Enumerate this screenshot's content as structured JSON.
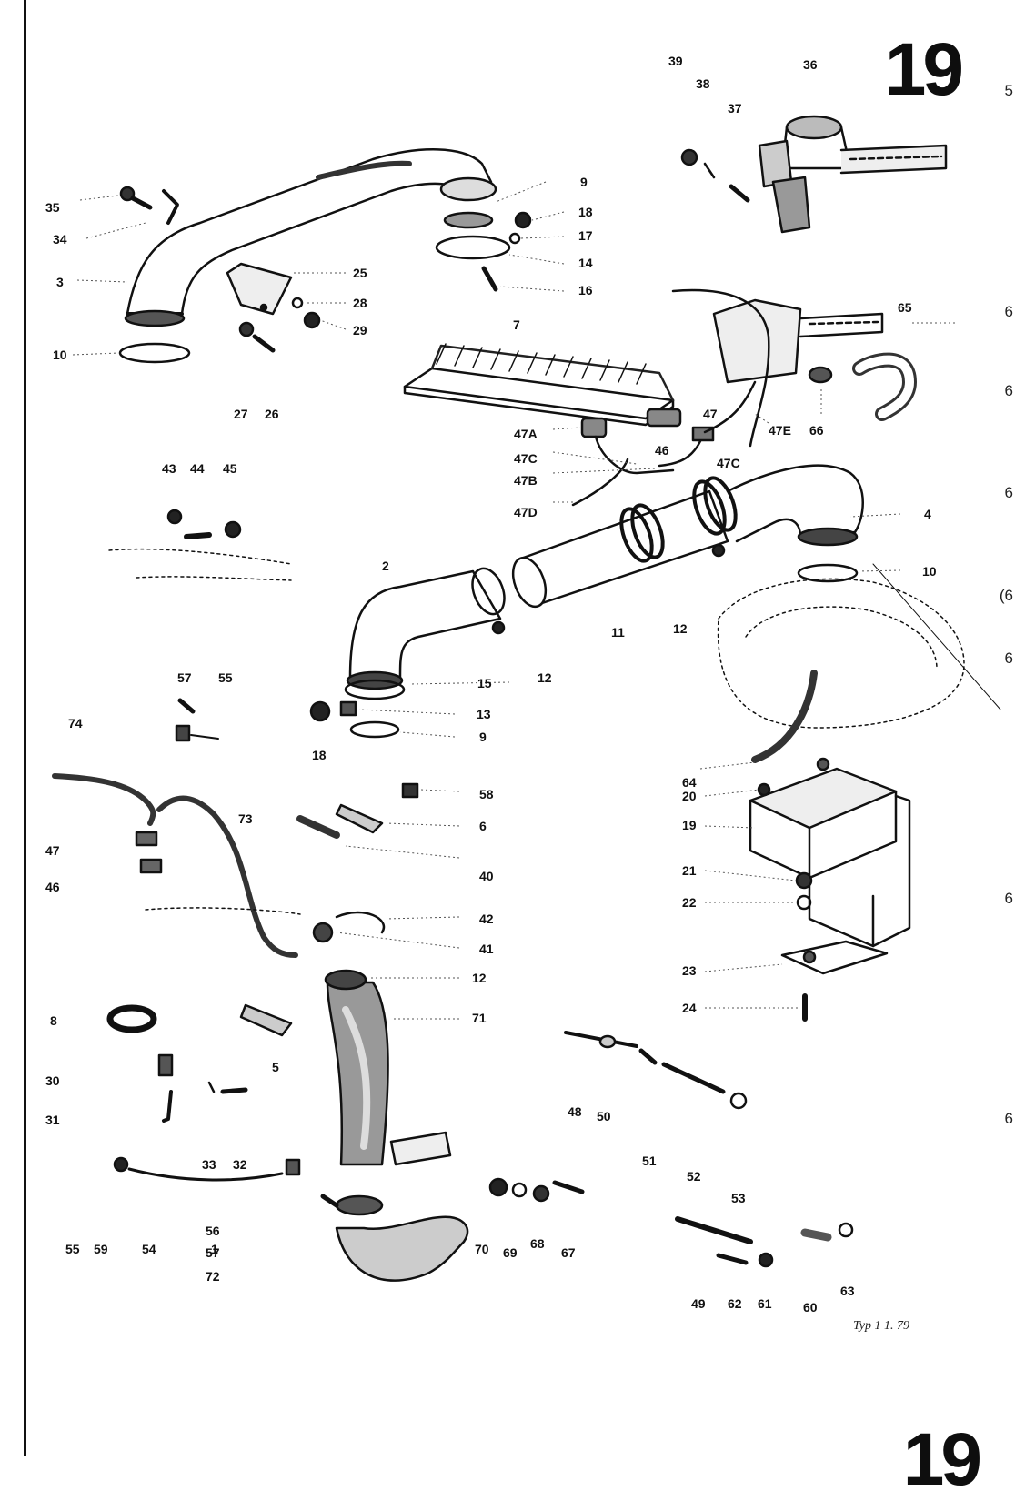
{
  "figure": {
    "number": "19",
    "footer": "Typ 1   1. 79"
  },
  "edge_numbers": [
    "5",
    "6",
    "6",
    "6",
    "(6",
    "6",
    "6",
    "6"
  ],
  "parts": [
    {
      "id": "p1",
      "label": "1"
    },
    {
      "id": "p2",
      "label": "2"
    },
    {
      "id": "p3",
      "label": "3"
    },
    {
      "id": "p4",
      "label": "4"
    },
    {
      "id": "p5",
      "label": "5"
    },
    {
      "id": "p6",
      "label": "6"
    },
    {
      "id": "p7",
      "label": "7"
    },
    {
      "id": "p8",
      "label": "8"
    },
    {
      "id": "p9a",
      "label": "9"
    },
    {
      "id": "p9b",
      "label": "9"
    },
    {
      "id": "p10a",
      "label": "10"
    },
    {
      "id": "p10b",
      "label": "10"
    },
    {
      "id": "p11",
      "label": "11"
    },
    {
      "id": "p12a",
      "label": "12"
    },
    {
      "id": "p12b",
      "label": "12"
    },
    {
      "id": "p12c",
      "label": "12"
    },
    {
      "id": "p13",
      "label": "13"
    },
    {
      "id": "p14",
      "label": "14"
    },
    {
      "id": "p15",
      "label": "15"
    },
    {
      "id": "p16",
      "label": "16"
    },
    {
      "id": "p17",
      "label": "17"
    },
    {
      "id": "p18a",
      "label": "18"
    },
    {
      "id": "p18b",
      "label": "18"
    },
    {
      "id": "p19",
      "label": "19"
    },
    {
      "id": "p20",
      "label": "20"
    },
    {
      "id": "p21",
      "label": "21"
    },
    {
      "id": "p22",
      "label": "22"
    },
    {
      "id": "p23",
      "label": "23"
    },
    {
      "id": "p24",
      "label": "24"
    },
    {
      "id": "p25",
      "label": "25"
    },
    {
      "id": "p26",
      "label": "26"
    },
    {
      "id": "p27",
      "label": "27"
    },
    {
      "id": "p28",
      "label": "28"
    },
    {
      "id": "p29",
      "label": "29"
    },
    {
      "id": "p30",
      "label": "30"
    },
    {
      "id": "p31",
      "label": "31"
    },
    {
      "id": "p32",
      "label": "32"
    },
    {
      "id": "p33",
      "label": "33"
    },
    {
      "id": "p34",
      "label": "34"
    },
    {
      "id": "p35",
      "label": "35"
    },
    {
      "id": "p36",
      "label": "36"
    },
    {
      "id": "p37",
      "label": "37"
    },
    {
      "id": "p38",
      "label": "38"
    },
    {
      "id": "p39",
      "label": "39"
    },
    {
      "id": "p40",
      "label": "40"
    },
    {
      "id": "p41",
      "label": "41"
    },
    {
      "id": "p42",
      "label": "42"
    },
    {
      "id": "p43",
      "label": "43"
    },
    {
      "id": "p44",
      "label": "44"
    },
    {
      "id": "p45",
      "label": "45"
    },
    {
      "id": "p46a",
      "label": "46"
    },
    {
      "id": "p46b",
      "label": "46"
    },
    {
      "id": "p47a",
      "label": "47"
    },
    {
      "id": "p47b",
      "label": "47"
    },
    {
      "id": "p47A",
      "label": "47A"
    },
    {
      "id": "p47B",
      "label": "47B"
    },
    {
      "id": "p47C1",
      "label": "47C"
    },
    {
      "id": "p47C2",
      "label": "47C"
    },
    {
      "id": "p47D",
      "label": "47D"
    },
    {
      "id": "p47E",
      "label": "47E"
    },
    {
      "id": "p48",
      "label": "48"
    },
    {
      "id": "p49",
      "label": "49"
    },
    {
      "id": "p50",
      "label": "50"
    },
    {
      "id": "p51",
      "label": "51"
    },
    {
      "id": "p52",
      "label": "52"
    },
    {
      "id": "p53",
      "label": "53"
    },
    {
      "id": "p54",
      "label": "54"
    },
    {
      "id": "p55a",
      "label": "55"
    },
    {
      "id": "p55b",
      "label": "55"
    },
    {
      "id": "p56",
      "label": "56"
    },
    {
      "id": "p57a",
      "label": "57"
    },
    {
      "id": "p57b",
      "label": "57"
    },
    {
      "id": "p58",
      "label": "58"
    },
    {
      "id": "p59",
      "label": "59"
    },
    {
      "id": "p60",
      "label": "60"
    },
    {
      "id": "p61",
      "label": "61"
    },
    {
      "id": "p62",
      "label": "62"
    },
    {
      "id": "p63",
      "label": "63"
    },
    {
      "id": "p64",
      "label": "64"
    },
    {
      "id": "p65",
      "label": "65"
    },
    {
      "id": "p66",
      "label": "66"
    },
    {
      "id": "p67",
      "label": "67"
    },
    {
      "id": "p68",
      "label": "68"
    },
    {
      "id": "p69",
      "label": "69"
    },
    {
      "id": "p70",
      "label": "70"
    },
    {
      "id": "p71",
      "label": "71"
    },
    {
      "id": "p72",
      "label": "72"
    },
    {
      "id": "p73",
      "label": "73"
    },
    {
      "id": "p74",
      "label": "74"
    }
  ]
}
